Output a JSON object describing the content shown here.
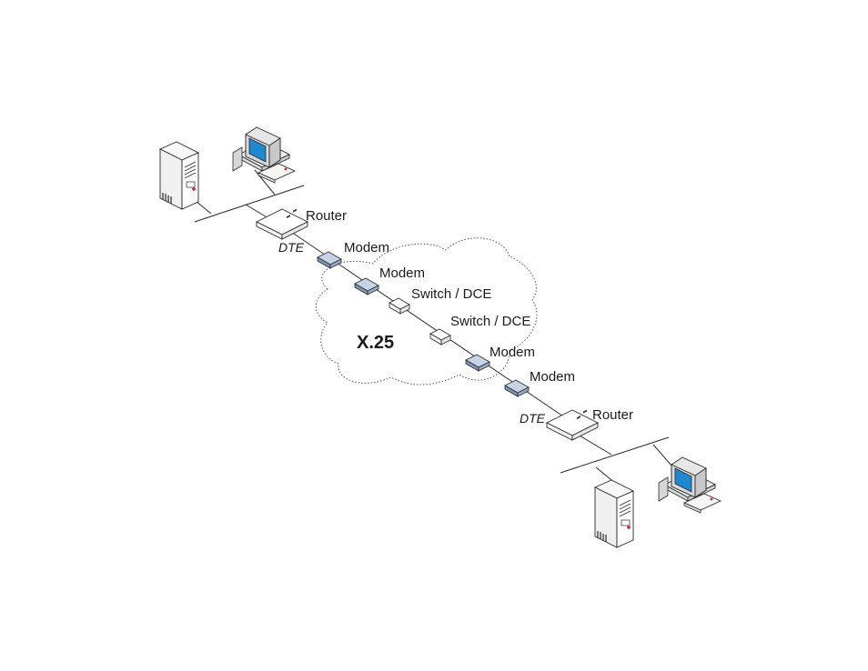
{
  "network": {
    "cloud_label": "X.25",
    "top_site": {
      "router_label": "Router",
      "dte_label": "DTE",
      "modem_label": "Modem"
    },
    "cloud_devices": {
      "modem_1_label": "Modem",
      "switch_1_label": "Switch / DCE",
      "switch_2_label": "Switch / DCE",
      "modem_2_label": "Modem"
    },
    "bottom_site": {
      "modem_label": "Modem",
      "dte_label": "DTE",
      "router_label": "Router"
    }
  },
  "colors": {
    "modem_fill": "#a9bcd6",
    "screen_fill": "#1e88d0",
    "accent": "#d0202a",
    "line": "#2a2a2a"
  }
}
